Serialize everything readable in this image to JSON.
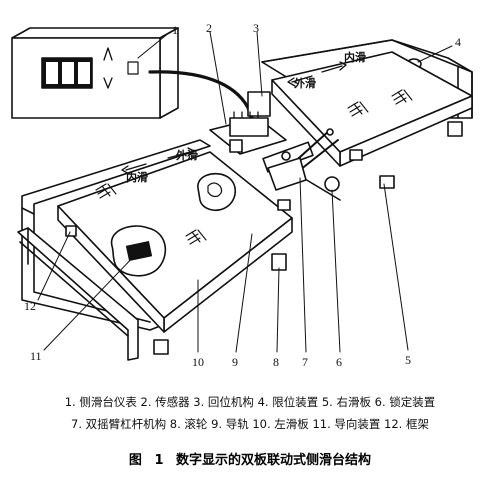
{
  "callouts": {
    "n1": "1",
    "n2": "2",
    "n3": "3",
    "n4": "4",
    "n5": "5",
    "n6": "6",
    "n7": "7",
    "n8": "8",
    "n9": "9",
    "n10": "10",
    "n11": "11",
    "n12": "12"
  },
  "plate_labels": {
    "right_inner": "内滑",
    "right_outer": "外滑",
    "left_outer": "外滑",
    "left_inner": "内滑"
  },
  "legend": {
    "row1": "1. 侧滑台仪表   2. 传感器   3. 回位机构   4. 限位装置   5. 右滑板   6. 锁定装置",
    "row2": "7. 双摇臂杠杆机构   8. 滚轮   9. 导轨   10. 左滑板   11. 导向装置   12. 框架"
  },
  "caption": {
    "prefix": "图",
    "number": "1",
    "title": "数字显示的双板联动式侧滑台结构"
  }
}
